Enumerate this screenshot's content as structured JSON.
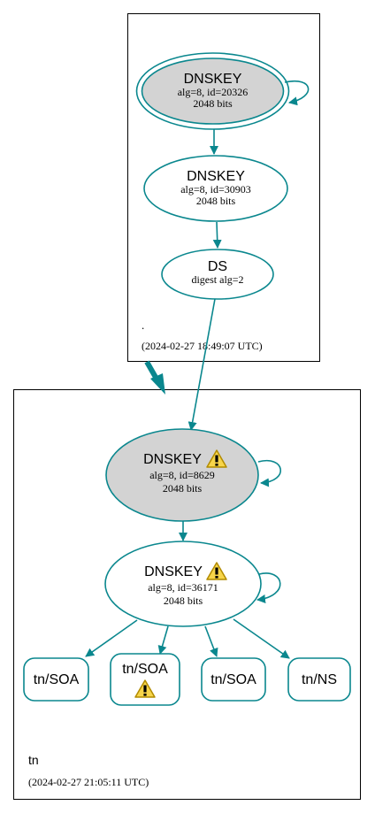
{
  "colors": {
    "edge": "#0a878e",
    "zone_border": "#000000",
    "ksk_fill": "#d3d3d3",
    "node_fill": "#ffffff",
    "warning_fill": "#f7d54a",
    "warning_stroke": "#b28b00"
  },
  "root_zone": {
    "name": ".",
    "timestamp": "(2024-02-27 18:49:07 UTC)",
    "ksk": {
      "title": "DNSKEY",
      "detail": "alg=8, id=20326",
      "bits": "2048 bits"
    },
    "zsk": {
      "title": "DNSKEY",
      "detail": "alg=8, id=30903",
      "bits": "2048 bits"
    },
    "ds": {
      "title": "DS",
      "detail": "digest alg=2"
    }
  },
  "tn_zone": {
    "name": "tn",
    "timestamp": "(2024-02-27 21:05:11 UTC)",
    "ksk": {
      "title": "DNSKEY",
      "detail": "alg=8, id=8629",
      "bits": "2048 bits",
      "warning": "warning-icon"
    },
    "zsk": {
      "title": "DNSKEY",
      "detail": "alg=8, id=36171",
      "bits": "2048 bits",
      "warning": "warning-icon"
    },
    "records": [
      {
        "label": "tn/SOA"
      },
      {
        "label": "tn/SOA",
        "warning": "warning-icon"
      },
      {
        "label": "tn/SOA"
      },
      {
        "label": "tn/NS"
      }
    ]
  }
}
